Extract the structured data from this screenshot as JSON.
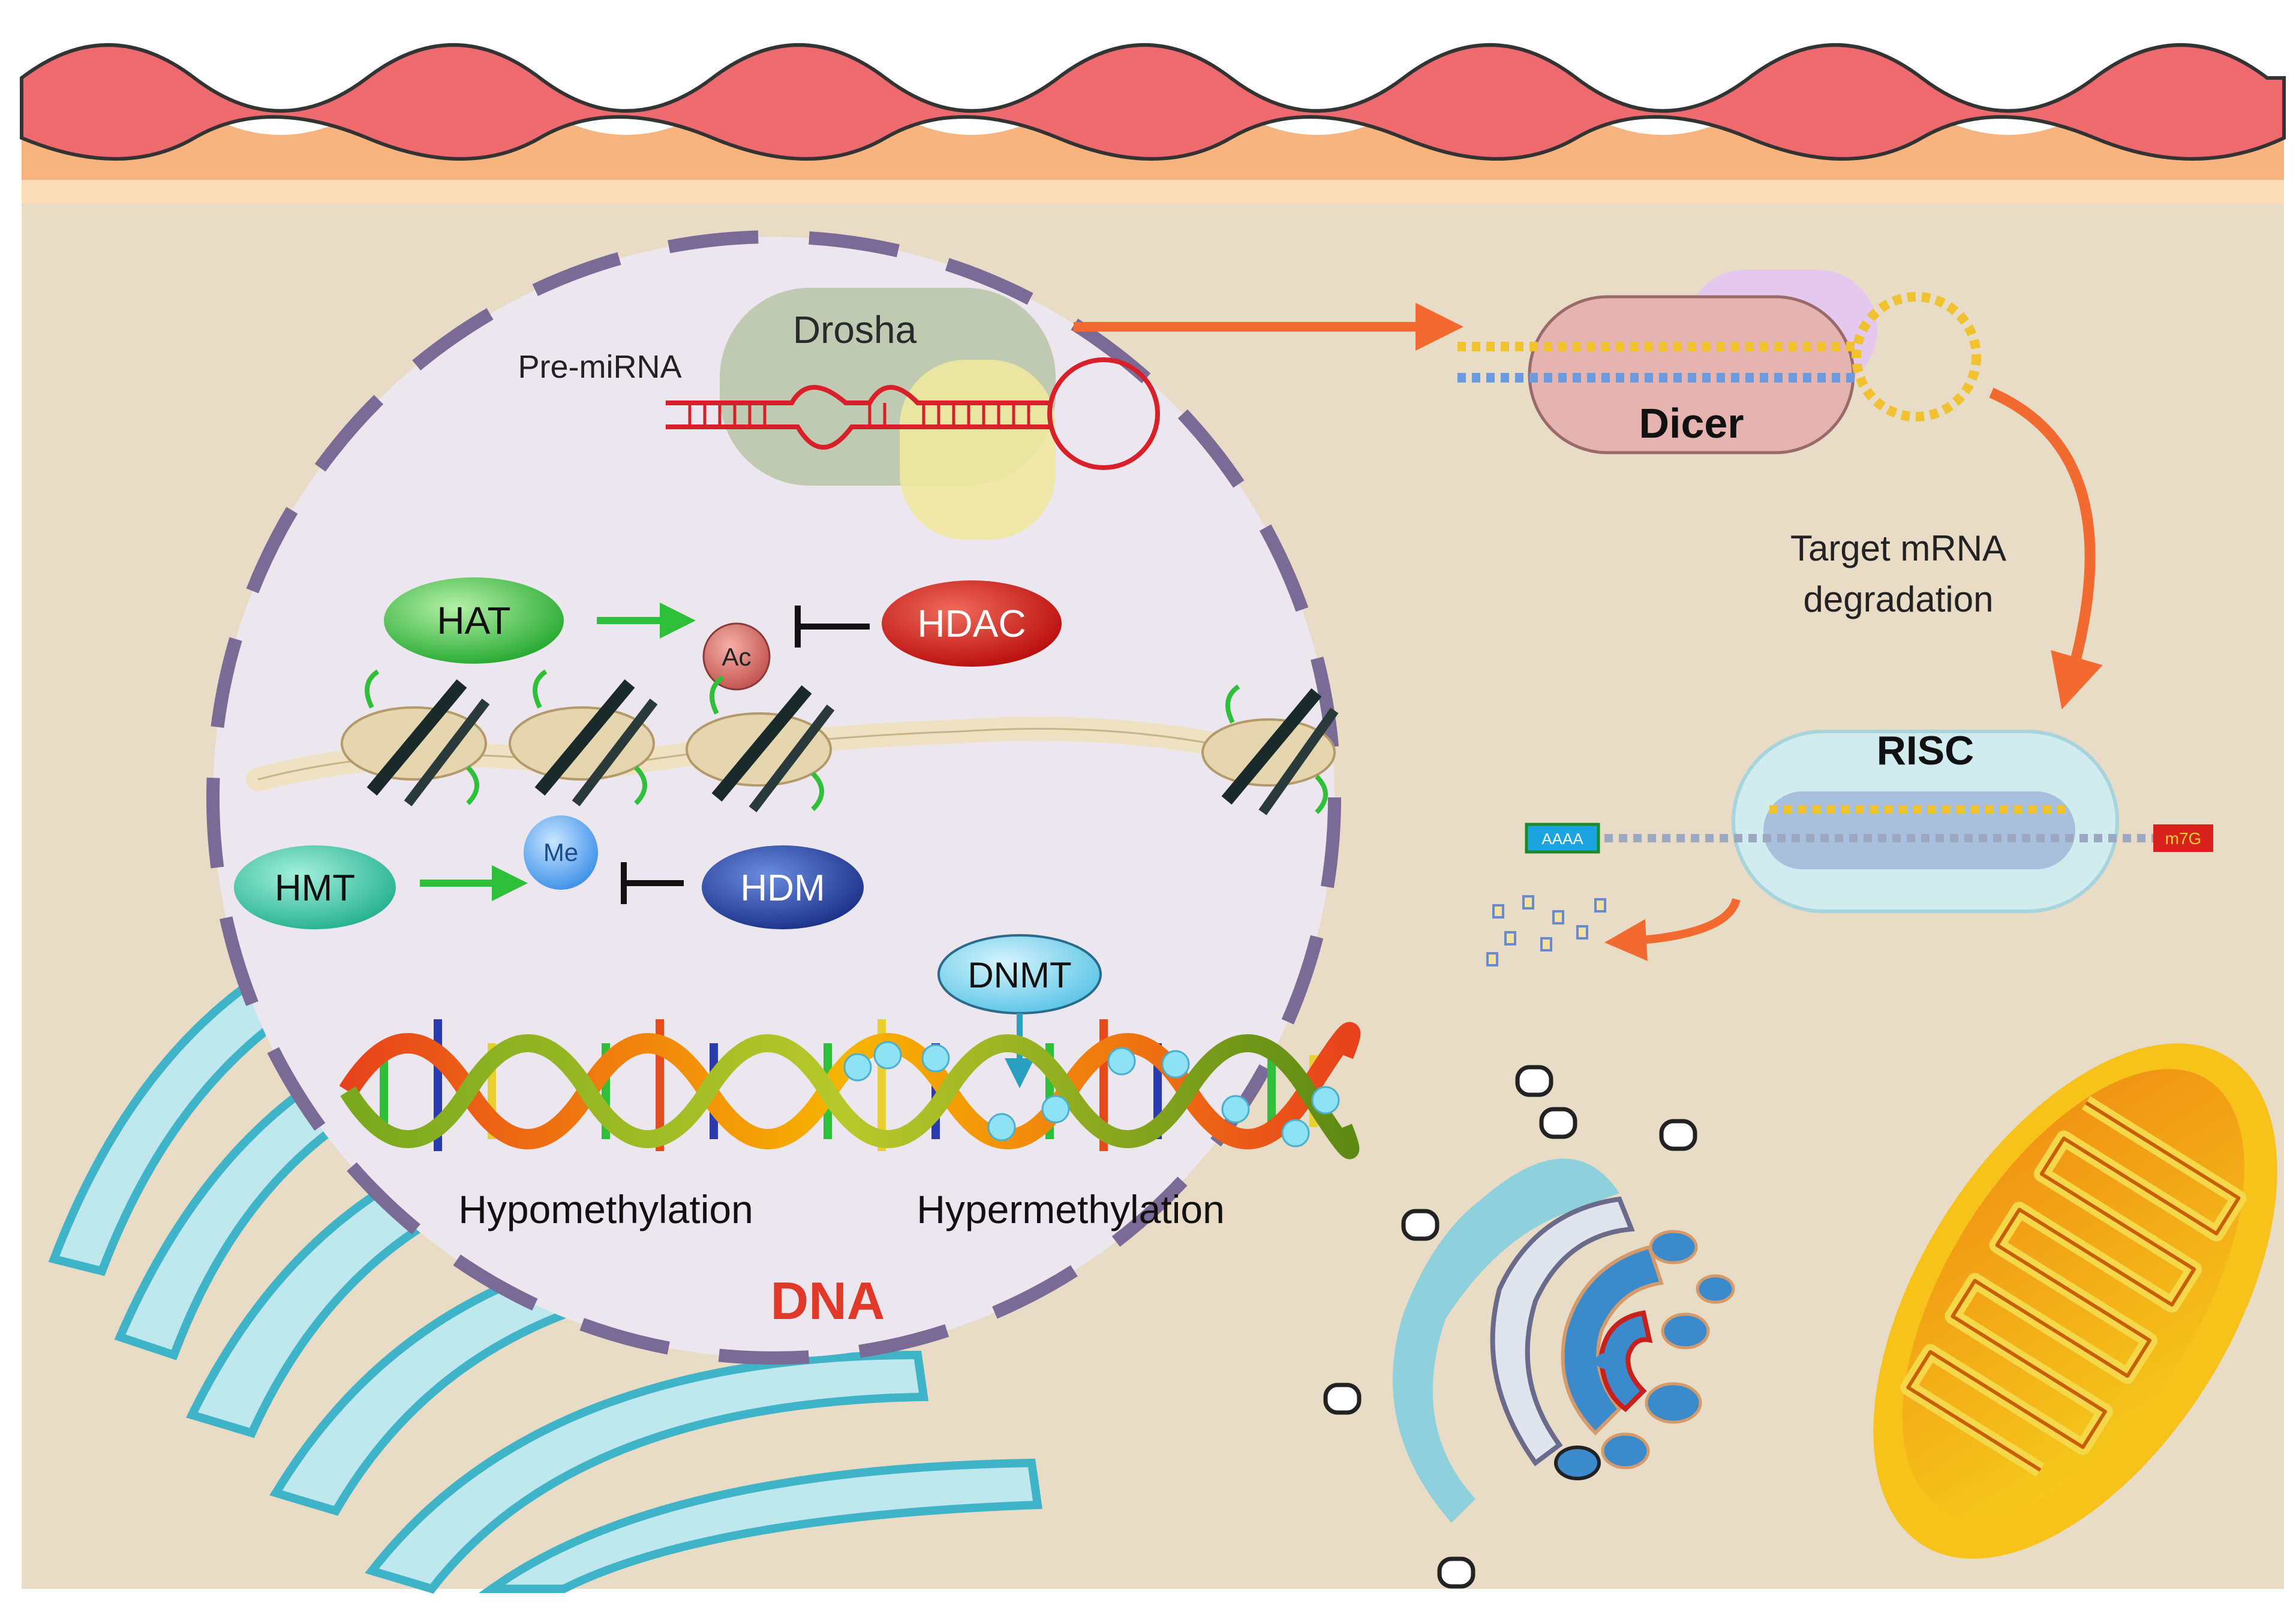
{
  "labels": {
    "pre_mirna": "Pre-miRNA",
    "drosha": "Drosha",
    "dicer": "Dicer",
    "target_mrna_line1": "Target mRNA",
    "target_mrna_line2": "degradation",
    "risc": "RISC",
    "aaaa": "AAAA",
    "m7g": "m7G",
    "hat": "HAT",
    "hdac": "HDAC",
    "ac": "Ac",
    "hmt": "HMT",
    "hdm": "HDM",
    "me": "Me",
    "dnmt": "DNMT",
    "hypomethylation": "Hypomethylation",
    "hypermethylation": "Hypermethylation",
    "dna": "DNA"
  },
  "colors": {
    "cytoplasm": "#e8dcc6",
    "membrane_red": "#ee6a6f",
    "membrane_orange": "#f7b47f",
    "membrane_light": "#fbdcb8",
    "nucleus_fill": "#ece6ef",
    "nuclear_envelope": "#7a6a96",
    "arrow_orange": "#f26a30",
    "arrow_green": "#2fbf3a",
    "hat": "#35c24a",
    "hdac": "#c81818",
    "hmt": "#3cc6a8",
    "hdm": "#233f9a",
    "dnmt": "#7fd6ee",
    "dna_label": "#e0392a",
    "er": "#5fc6d8",
    "mitochondria_outer": "#f7c21a",
    "mitochondria_inner": "#f08a12"
  }
}
